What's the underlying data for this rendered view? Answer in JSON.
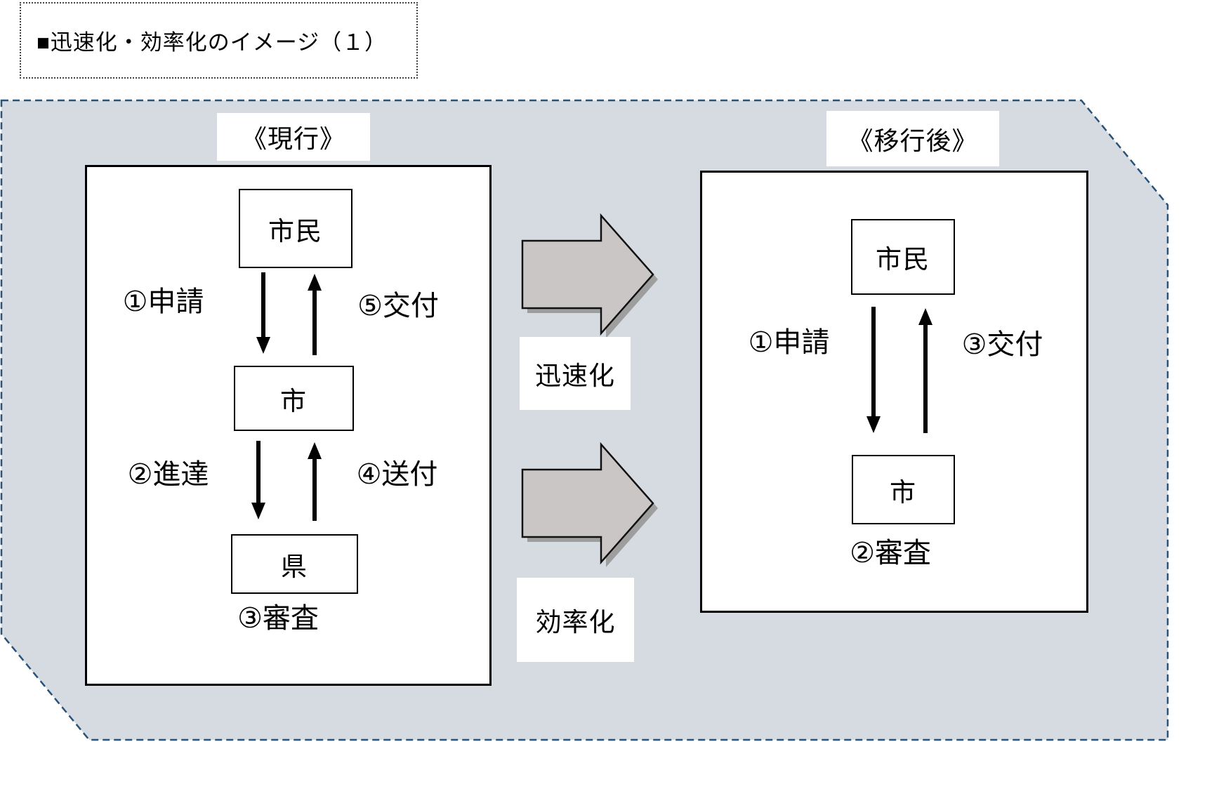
{
  "title": {
    "text": "■迅速化・効率化のイメージ（１）"
  },
  "colors": {
    "background_fill": "#d6dbe2",
    "dashed_border": "#2a5379",
    "block_arrow_fill": "#cac6c6",
    "block_arrow_shadow": "#9e9e9e",
    "outline": "#000000"
  },
  "current": {
    "heading": "《現行》",
    "nodes": {
      "citizen": "市民",
      "city": "市",
      "prefecture": "県"
    },
    "labels": {
      "apply": "①申請",
      "deliver": "⑤交付",
      "forward": "②進達",
      "send": "④送付",
      "review": "③審査"
    }
  },
  "transition": {
    "speedup": "迅速化",
    "efficiency": "効率化"
  },
  "after": {
    "heading": "《移行後》",
    "nodes": {
      "citizen": "市民",
      "city": "市"
    },
    "labels": {
      "apply": "①申請",
      "deliver": "③交付",
      "review": "②審査"
    }
  }
}
